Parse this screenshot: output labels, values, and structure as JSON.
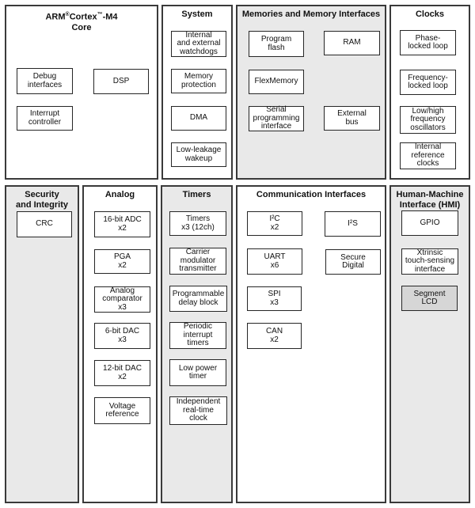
{
  "diagram": {
    "colors": {
      "panel_gray": "#e9e9e9",
      "block_white": "#ffffff",
      "segment_lcd_gray": "#d6d6d6",
      "section_border": "#3a3a3a",
      "block_border": "#262626"
    },
    "sections": {
      "core": {
        "title_brand": "ARM",
        "title_reg": "®",
        "title_name": "Cortex",
        "title_tm": "™",
        "title_suffix": "-M4",
        "title_line2": "Core",
        "blocks": {
          "debug": "Debug\ninterfaces",
          "dsp": "DSP",
          "interrupt": "Interrupt\ncontroller"
        }
      },
      "system": {
        "title": "System",
        "blocks": {
          "watchdogs": "Internal\nand external\nwatchdogs",
          "memory_protection": "Memory\nprotection",
          "dma": "DMA",
          "low_leakage_wakeup": "Low-leakage\nwakeup"
        }
      },
      "memories": {
        "title": "Memories and Memory Interfaces",
        "blocks": {
          "program_flash": "Program\nflash",
          "ram": "RAM",
          "flexmemory": "FlexMemory",
          "serial_programming": "Serial\nprogramming\ninterface",
          "external_bus": "External\nbus"
        }
      },
      "clocks": {
        "title": "Clocks",
        "blocks": {
          "pll": "Phase-\nlocked loop",
          "fll": "Frequency-\nlocked loop",
          "oscillators": "Low/high\nfrequency\noscillators",
          "internal_reference": "Internal\nreference\nclocks"
        }
      },
      "security": {
        "title": "Security\nand Integrity",
        "blocks": {
          "crc": "CRC"
        }
      },
      "analog": {
        "title": "Analog",
        "blocks": {
          "adc": "16-bit ADC\nx2",
          "pga": "PGA\nx2",
          "comparator": "Analog\ncomparator\nx3",
          "dac6": "6-bit DAC\nx3",
          "dac12": "12-bit DAC\nx2",
          "vref": "Voltage\nreference"
        }
      },
      "timers": {
        "title": "Timers",
        "blocks": {
          "timers": "Timers\nx3 (12ch)",
          "cmt": "Carrier\nmodulator\ntransmitter",
          "pdb": "Programmable\ndelay block",
          "pit": "Periodic\ninterrupt\ntimers",
          "low_power_timer": "Low power\ntimer",
          "rtc": "Independent\nreal-time\nclock"
        }
      },
      "comm": {
        "title": "Communication Interfaces",
        "blocks": {
          "i2c": "I²C\nx2",
          "i2s": "I²S",
          "uart": "UART\nx6",
          "secure_digital": "Secure\nDigital",
          "spi": "SPI\nx3",
          "can": "CAN\nx2"
        }
      },
      "hmi": {
        "title": "Human-Machine\nInterface (HMI)",
        "blocks": {
          "gpio": "GPIO",
          "touch_sensing": "Xtrinsic\ntouch-sensing\ninterface",
          "segment_lcd": "Segment\nLCD"
        }
      }
    }
  }
}
